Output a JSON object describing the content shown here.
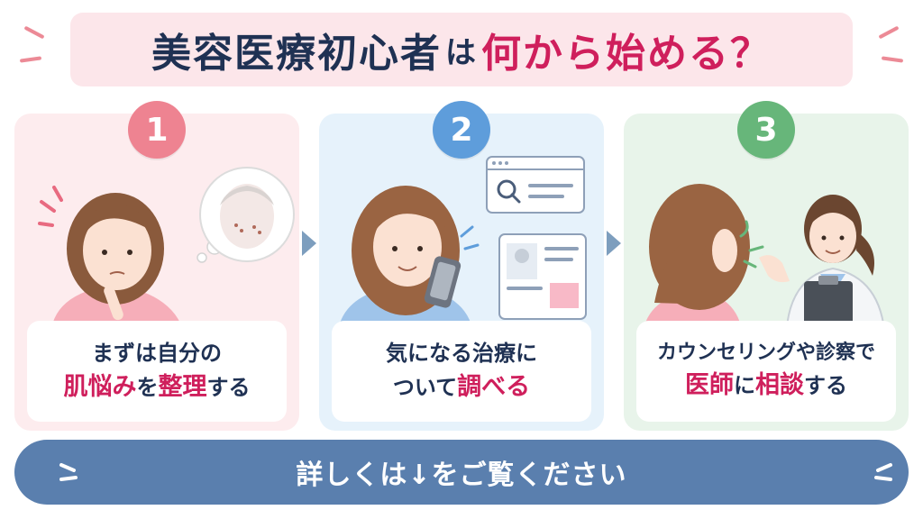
{
  "header": {
    "title_part1": "美容医療初心者",
    "title_part2": "は",
    "title_part3": "何から始める？"
  },
  "steps": [
    {
      "number": "1",
      "line1": "まずは自分の",
      "line2_highlight": "肌悩み",
      "line2_mid": "を",
      "line2_highlight2": "整理",
      "line2_end": "する",
      "illustration": "worried-woman-thinking-about-skin-icon"
    },
    {
      "number": "2",
      "line1": "気になる治療に",
      "line2_start": "ついて",
      "line2_highlight": "調べる",
      "illustration": "woman-searching-on-smartphone-icon"
    },
    {
      "number": "3",
      "line1": "カウンセリングや診察で",
      "line2_highlight": "医師",
      "line2_mid": "に",
      "line2_highlight2": "相談",
      "line2_end": "する",
      "illustration": "patient-consulting-doctor-icon"
    }
  ],
  "cta": {
    "label": "詳しくは↓をご覧ください"
  },
  "colors": {
    "title_bg": "#fce6ea",
    "navy_text": "#1f3153",
    "pink_accent": "#cf1f5c",
    "step1_bg": "#fdecee",
    "step2_bg": "#e6f2fb",
    "step3_bg": "#e8f4ea",
    "badge1": "#ee8391",
    "badge2": "#5e9ddb",
    "badge3": "#67b67a",
    "cta_bg": "#5a7fae"
  }
}
